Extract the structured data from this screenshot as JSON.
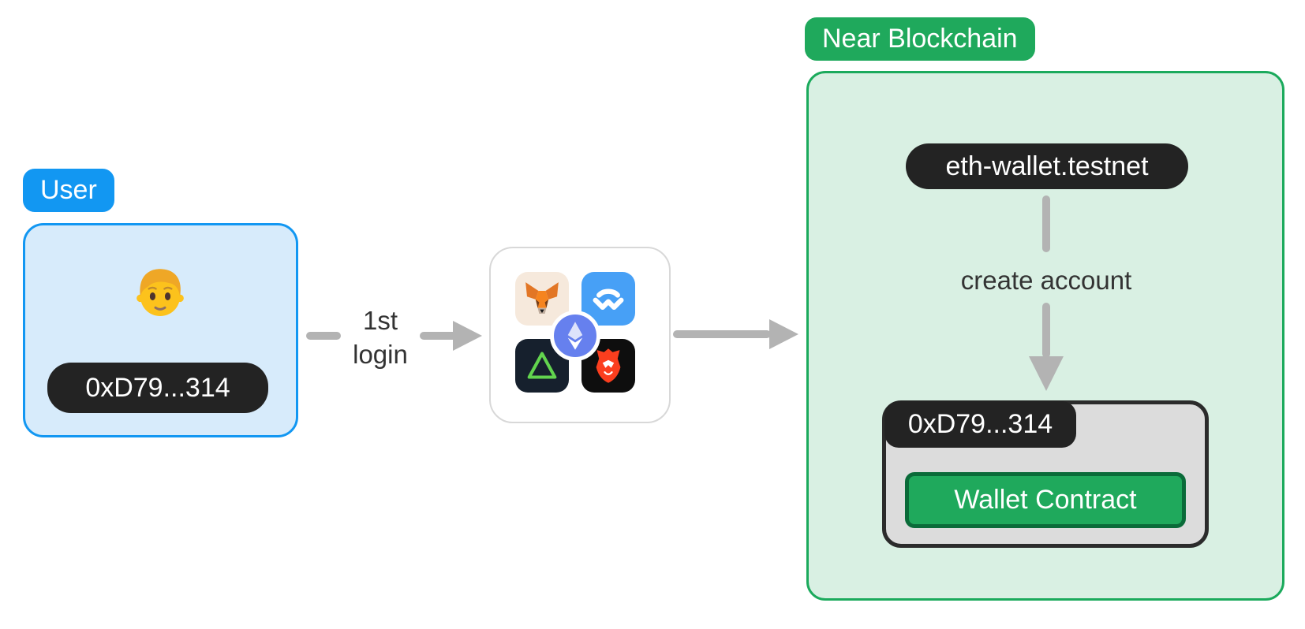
{
  "user_section": {
    "label": "User",
    "address": "0xD79...314",
    "icon": "person-emoji"
  },
  "flow": {
    "first_login_line1": "1st",
    "first_login_line2": "login"
  },
  "wallet_cluster": {
    "icons": [
      "metamask-icon",
      "walletconnect-icon",
      "aurora-icon",
      "brave-icon",
      "ethereum-icon"
    ]
  },
  "near_section": {
    "label": "Near Blockchain",
    "account_pill": "eth-wallet.testnet",
    "arrow_label": "create account",
    "contract_box": {
      "address": "0xD79...314",
      "button_label": "Wallet Contract"
    }
  },
  "colors": {
    "accent_blue": "#1297F2",
    "user_box_fill": "#D7EBFB",
    "accent_green": "#1FA95C",
    "green_box_fill": "#D9F0E3",
    "dark_pill": "#232323",
    "arrow_gray": "#B3B3B3",
    "contract_box_fill": "#DCDCDC",
    "contract_box_border": "#2B2B2B",
    "contract_button_border": "#0A6B39",
    "walletconnect_blue": "#47A0F6",
    "ethereum_badge_blue": "#6680EE"
  }
}
